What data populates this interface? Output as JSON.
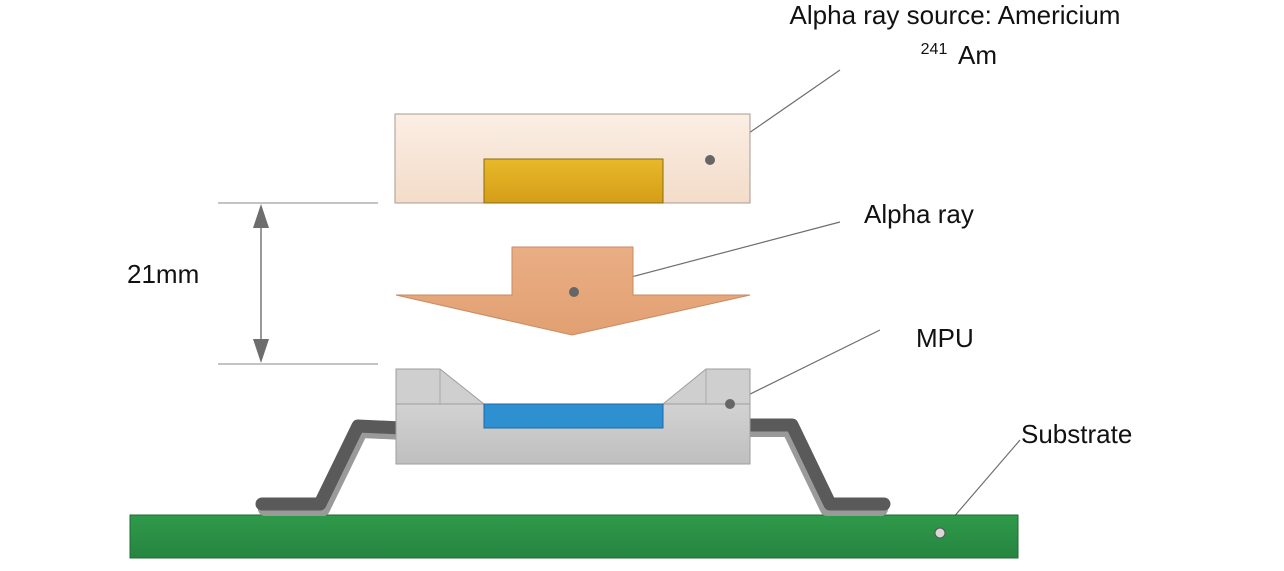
{
  "labels": {
    "source_line1": "Alpha ray source: Americium",
    "source_superscript": "241",
    "source_symbol": "Am",
    "alpha_ray": "Alpha ray",
    "mpu": "MPU",
    "substrate": "Substrate",
    "distance": "21mm"
  },
  "colors": {
    "source_housing": "#f7e3d5",
    "source_material": "#dcaa1f",
    "alpha_arrow": "#e8aa80",
    "mpu_body": "#c8c8c8",
    "die": "#2f8fd0",
    "leads": "#555555",
    "substrate": "#2e9447",
    "dimension_arrow": "#707070"
  }
}
